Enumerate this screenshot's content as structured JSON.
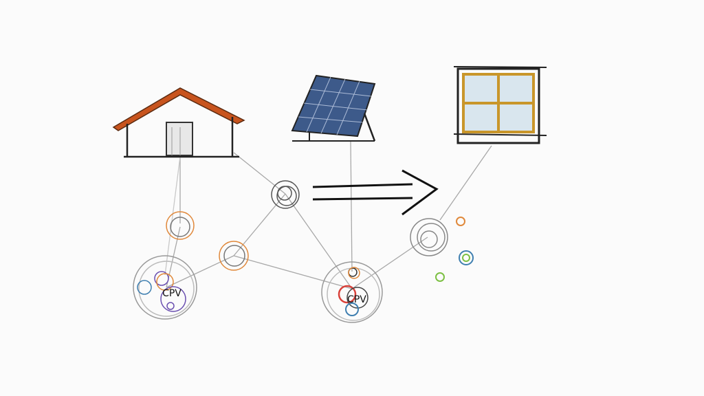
{
  "diagram": {
    "icons": [
      "house-icon",
      "solar-panel-icon",
      "window-icon",
      "arrow-right-icon"
    ],
    "nodes": [
      {
        "id": "left-cluster",
        "label": "CPV"
      },
      {
        "id": "right-cluster",
        "label": "CPV"
      }
    ],
    "colors": {
      "roof": "#c8541e",
      "panel": "#3d5a8a",
      "window_frame": "#c9962a",
      "line": "#9a9a9a",
      "ink": "#222222",
      "node_orange": "#e0883a",
      "node_blue": "#3f7fb0",
      "node_purple": "#6a4fb0",
      "node_red": "#d9413a",
      "node_green": "#7cc043"
    }
  }
}
